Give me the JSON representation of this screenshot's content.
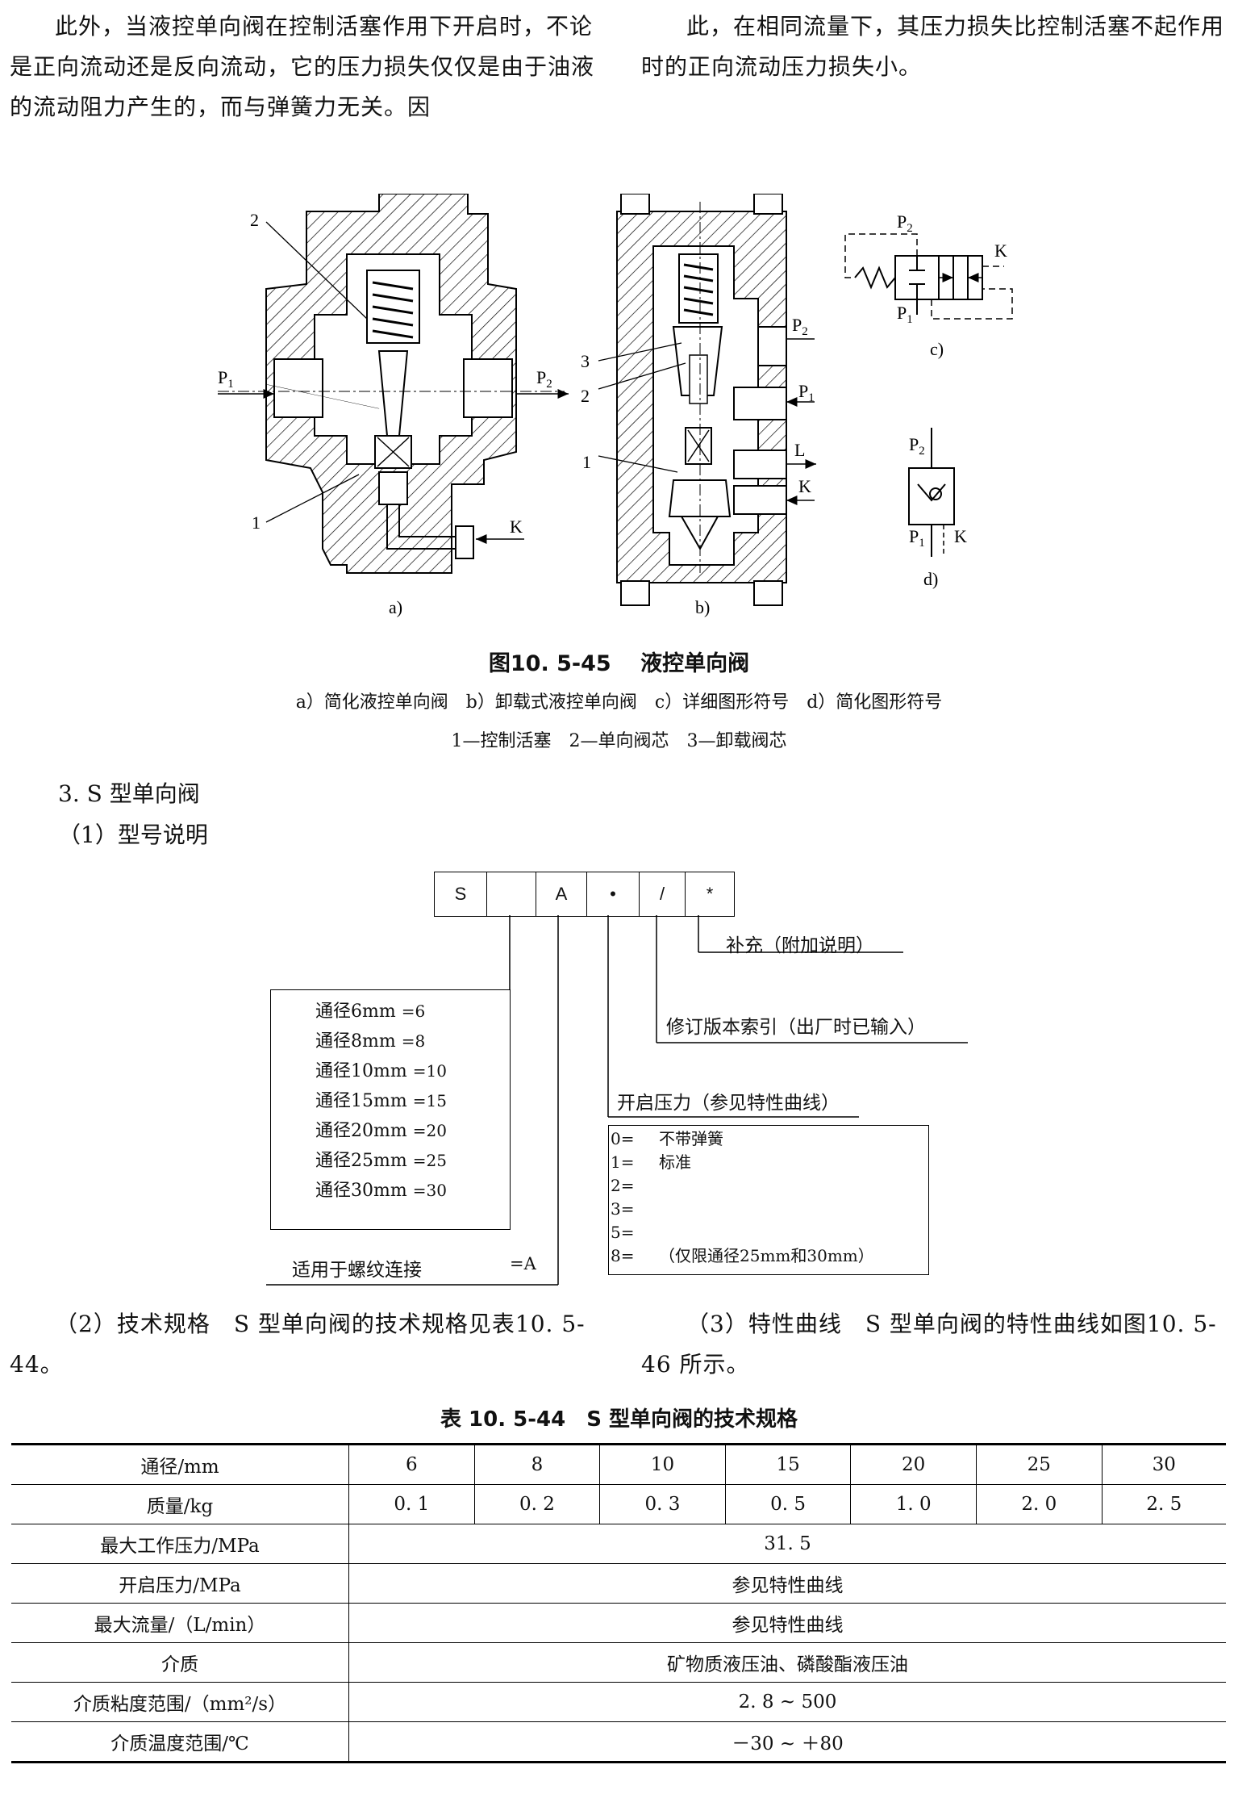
{
  "intro": {
    "left": "此外，当液控单向阀在控制活塞作用下开启时，不论是正向流动还是反向流动，它的压力损失仅仅是由于油液的流动阻力产生的，而与弹簧力无关。因",
    "right": "此，在相同流量下，其压力损失比控制活塞不起作用时的正向流动压力损失小。"
  },
  "figure": {
    "title": "图10. 5-45　 液控单向阀",
    "caption1": "a）简化液控单向阀　b）卸载式液控单向阀　c）详细图形符号　d）简化图形符号",
    "caption2": "1—控制活塞　2—单向阀芯　3—卸载阀芯",
    "labels": {
      "a": "a)",
      "b": "b)",
      "c": "c)",
      "d": "d)",
      "p1": "P",
      "p2": "P",
      "sub1": "1",
      "sub2": "2",
      "k": "K",
      "l": "L",
      "n1": "1",
      "n2": "2",
      "n3": "3"
    }
  },
  "section": {
    "heading": "3. S 型单向阀",
    "sub1": "（1）型号说明",
    "model_cells": [
      "S",
      "",
      "A",
      "•",
      "/",
      "*"
    ],
    "supplement": "补充（附加说明）",
    "revision": "修订版本索引（出厂时已输入）",
    "opening_pressure": "开启压力（参见特性曲线）",
    "diameters": [
      {
        "label": "通径6mm",
        "code": "=6"
      },
      {
        "label": "通径8mm",
        "code": "=8"
      },
      {
        "label": "通径10mm",
        "code": "=10"
      },
      {
        "label": "通径15mm",
        "code": "=15"
      },
      {
        "label": "通径20mm",
        "code": "=20"
      },
      {
        "label": "通径25mm",
        "code": "=25"
      },
      {
        "label": "通径30mm",
        "code": "=30"
      }
    ],
    "thread": {
      "label": "适用于螺纹连接",
      "code": "=A"
    },
    "pressure_options": [
      {
        "code": "0=",
        "desc": "不带弹簧"
      },
      {
        "code": "1=",
        "desc": "标准"
      },
      {
        "code": "2=",
        "desc": ""
      },
      {
        "code": "3=",
        "desc": ""
      },
      {
        "code": "5=",
        "desc": ""
      },
      {
        "code": "8=",
        "desc": "（仅限通径25mm和30mm）"
      }
    ]
  },
  "specs_text": {
    "left": "（2）技术规格　S 型单向阀的技术规格见表10. 5-44。",
    "right": "（3）特性曲线　S 型单向阀的特性曲线如图10. 5-46 所示。"
  },
  "table": {
    "title": "表 10. 5-44　S 型单向阀的技术规格",
    "rows": [
      {
        "label": "通径/mm",
        "values": [
          "6",
          "8",
          "10",
          "15",
          "20",
          "25",
          "30"
        ]
      },
      {
        "label": "质量/kg",
        "values": [
          "0. 1",
          "0. 2",
          "0. 3",
          "0. 5",
          "1. 0",
          "2. 0",
          "2. 5"
        ]
      },
      {
        "label": "最大工作压力/MPa",
        "span": "31. 5"
      },
      {
        "label": "开启压力/MPa",
        "span": "参见特性曲线"
      },
      {
        "label": "最大流量/（L/min）",
        "span": "参见特性曲线"
      },
      {
        "label": "介质",
        "span": "矿物质液压油、磷酸酯液压油"
      },
      {
        "label": "介质粘度范围/（mm²/s）",
        "span": "2. 8 ~ 500"
      },
      {
        "label": "介质温度范围/℃",
        "span": "－30 ~ ＋80"
      }
    ]
  }
}
